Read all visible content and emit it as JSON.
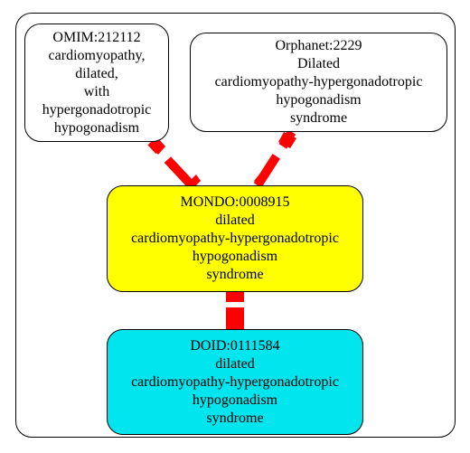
{
  "nodes": {
    "omim": {
      "lines": [
        "OMIM:212112",
        "cardiomyopathy,",
        "dilated,",
        "with",
        "hypergonadotropic",
        "hypogonadism"
      ],
      "fill": "#ffffff"
    },
    "orphanet": {
      "lines": [
        "Orphanet:2229",
        "Dilated",
        "cardiomyopathy-hypergonadotropic",
        "hypogonadism",
        "syndrome"
      ],
      "fill": "#ffffff"
    },
    "mondo": {
      "lines": [
        "MONDO:0008915",
        "dilated",
        "cardiomyopathy-hypergonadotropic",
        "hypogonadism",
        "syndrome"
      ],
      "fill": "#ffff00"
    },
    "doid": {
      "lines": [
        "DOID:0111584",
        "dilated",
        "cardiomyopathy-hypergonadotropic",
        "hypogonadism",
        "syndrome"
      ],
      "fill": "#00e5ee"
    }
  },
  "edges": [
    {
      "from": "omim",
      "to": "mondo",
      "color": "#ff0000"
    },
    {
      "from": "orphanet",
      "to": "mondo",
      "color": "#ff0000"
    },
    {
      "from": "mondo",
      "to": "doid",
      "color": "#ff0000"
    }
  ]
}
